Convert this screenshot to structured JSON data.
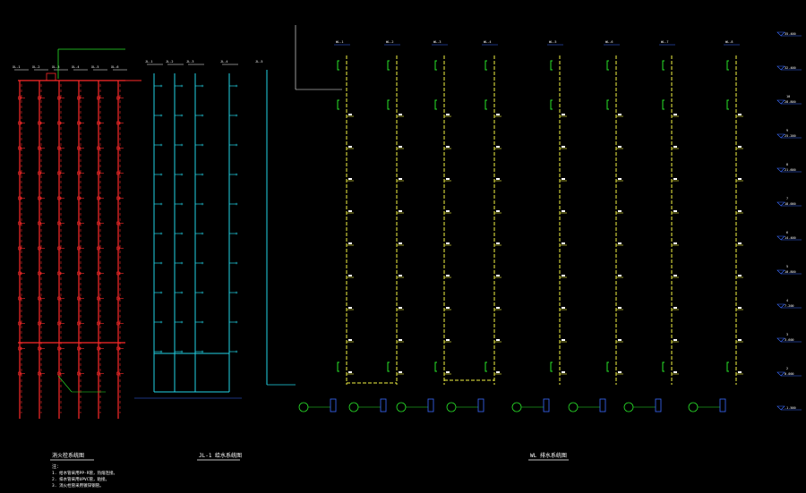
{
  "colors": {
    "background": "#000000",
    "fire": "#ff2a2a",
    "water": "#22d3e6",
    "drain": "#f5f542",
    "fixture": "#29e329",
    "annotation": "#3a6bff",
    "text": "#ffffff",
    "dim": "#cfcfcf"
  },
  "drawing": {
    "fire_system": {
      "risers": 6,
      "floors": 12,
      "top_labels": [
        "XL-1",
        "XL-2",
        "XL-3",
        "XL-4",
        "XL-5",
        "XL-6"
      ],
      "notes": []
    },
    "water_system": {
      "risers": 4,
      "floors": 10,
      "top_labels": [
        "JL-1",
        "JL-2",
        "JL-3",
        "JL-4"
      ],
      "extra_riser_label": "JL-5"
    },
    "drain_system": {
      "risers": 8,
      "floors": 9,
      "top_labels": [
        "WL-1",
        "WL-2",
        "WL-3",
        "WL-4",
        "WL-5",
        "WL-6",
        "WL-7",
        "WL-8"
      ]
    },
    "elevations": [
      {
        "floor": "",
        "value": "35.400"
      },
      {
        "floor": "",
        "value": "32.400"
      },
      {
        "floor": "10",
        "value": "28.800"
      },
      {
        "floor": "9",
        "value": "25.200"
      },
      {
        "floor": "8",
        "value": "21.600"
      },
      {
        "floor": "7",
        "value": "18.000"
      },
      {
        "floor": "6",
        "value": "14.400"
      },
      {
        "floor": "5",
        "value": "10.800"
      },
      {
        "floor": "4",
        "value": "7.200"
      },
      {
        "floor": "3",
        "value": "3.600"
      },
      {
        "floor": "2",
        "value": "0.000"
      },
      {
        "floor": "",
        "value": "-1.500"
      }
    ],
    "captions": [
      {
        "id": "fire",
        "text": "消火栓系统图"
      },
      {
        "id": "water",
        "text": "JL-1 给水系统图"
      },
      {
        "id": "drain",
        "text": "WL 排水系统图"
      }
    ],
    "notes": [
      "注：",
      "1. 给水管采用PP-R管，热熔连接。",
      "2. 排水管采用UPVC管，粘接。",
      "3. 消火栓管采用镀锌钢管。"
    ]
  }
}
